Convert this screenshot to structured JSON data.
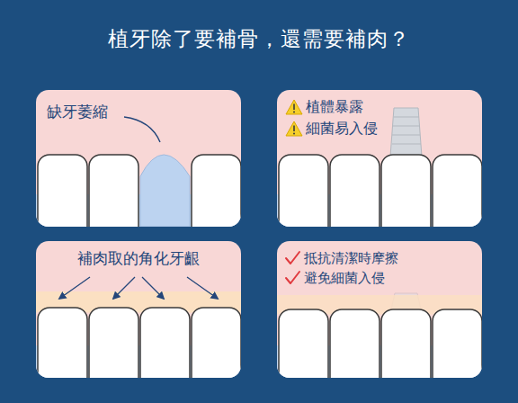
{
  "diagram": {
    "title": "植牙除了要補骨，還需要補肉？",
    "nodes": [
      {
        "text": [
          "缺牙萎縮"
        ]
      },
      {
        "text": [
          "植體暴露",
          "細菌易入侵"
        ]
      },
      {
        "text": [
          "補肉取的角化牙齦"
        ]
      },
      {
        "text": [
          "抵抗清潔時摩擦",
          "避免細菌入侵"
        ]
      }
    ]
  }
}
